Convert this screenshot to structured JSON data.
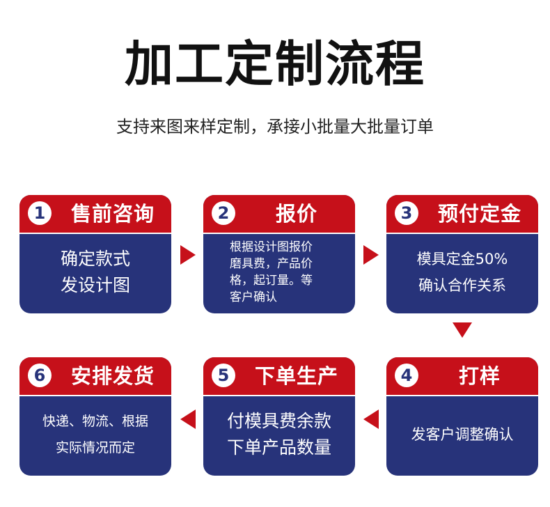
{
  "header": {
    "title": "加工定制流程",
    "subtitle": "支持来图来样定制，承接小批量大批量订单"
  },
  "steps": [
    {
      "num": "1",
      "title": "售前咨询",
      "lines": [
        "确定款式",
        "发设计图"
      ]
    },
    {
      "num": "2",
      "title": "报价",
      "lines": [
        "根据设计图报价",
        "磨具费，产品价",
        "格，起订量。等",
        "客户确认"
      ]
    },
    {
      "num": "3",
      "title": "预付定金",
      "lines": [
        "模具定金50%",
        "确认合作关系"
      ]
    },
    {
      "num": "4",
      "title": "打样",
      "lines": [
        "发客户调整确认"
      ]
    },
    {
      "num": "5",
      "title": "下单生产",
      "lines": [
        "付模具费余款",
        "下单产品数量"
      ]
    },
    {
      "num": "6",
      "title": "安排发货",
      "lines": [
        "快递、物流、根据",
        "实际情况而定"
      ]
    }
  ],
  "colors": {
    "header_red": "#c6101a",
    "body_blue": "#27337a",
    "arrow_red": "#c6101a"
  }
}
